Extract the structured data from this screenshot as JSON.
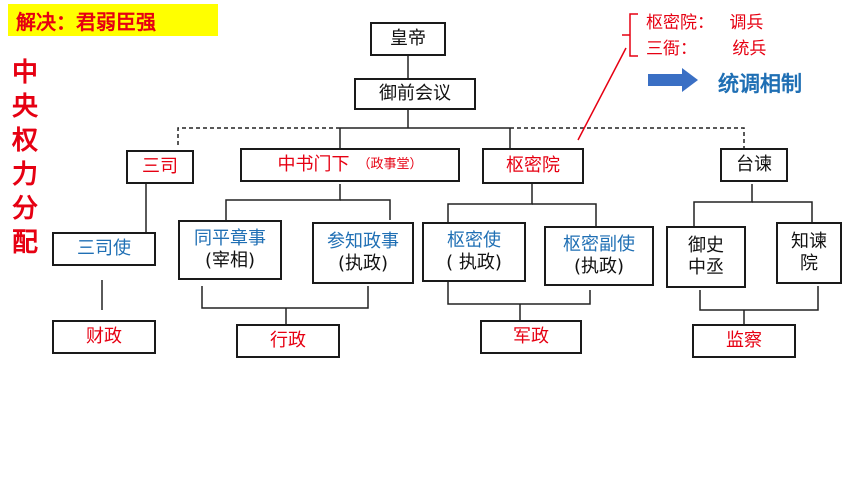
{
  "header": {
    "solution": "解决：君弱臣强"
  },
  "side_title": [
    "中",
    "央",
    "权",
    "力",
    "分",
    "配"
  ],
  "top": {
    "emperor": "皇帝",
    "council": "御前会议"
  },
  "level1": {
    "sansi": "三司",
    "zhongshu": "中书门下",
    "zhengshitang": "（政事堂）",
    "shumiyuan": "枢密院",
    "taijian": "台谏"
  },
  "level2": {
    "sansishi": "三司使",
    "tongping_1": "同平章事",
    "tongping_2": "(宰相)",
    "canzhi_1": "参知政事",
    "canzhi_2": "(执政)",
    "shumishi_1": "枢密使",
    "shumishi_2": "( 执政)",
    "shumifu_1": "枢密副使",
    "shumifu_2": "(执政)",
    "yushi_1": "御史",
    "yushi_2": "中丞",
    "zhijian_1": "知谏",
    "zhijian_2": "院"
  },
  "functions": {
    "caizheng": "财政",
    "xingzheng": "行政",
    "junzheng": "军政",
    "jiancha": "监察"
  },
  "notes": {
    "shumiyuan_label": "枢密院：",
    "shumiyuan_duty": "调兵",
    "sanya_label": "三衙：",
    "sanya_duty": "统兵",
    "coordination": "统调相制"
  },
  "colors": {
    "red": "#e60012",
    "blue": "#1f6fb4",
    "highlight": "#ffff00",
    "arrow": "#3a6fc4"
  }
}
